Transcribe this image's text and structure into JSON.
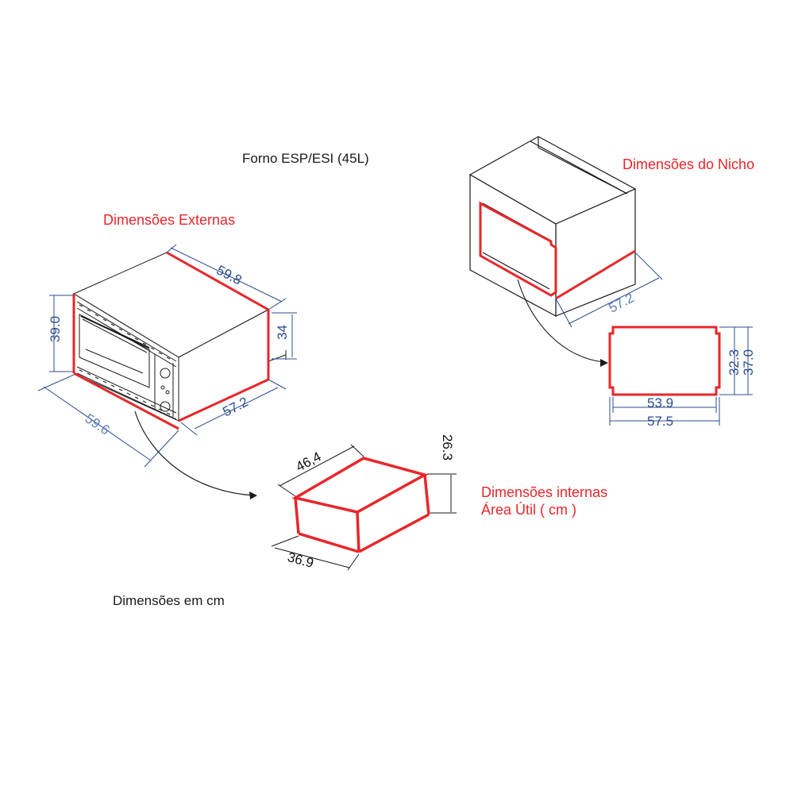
{
  "title": "Forno ESP/ESI (45L)",
  "units_note": "Dimensões em cm",
  "external": {
    "label": "Dimensões Externas",
    "width": "59.8",
    "height": "39.0",
    "height_inner": "34",
    "depth_front": "59.6",
    "depth_side": "57.2"
  },
  "niche": {
    "label": "Dimensões do Nicho",
    "depth": "57.2",
    "opening_width_min": "53.9",
    "opening_width_max": "57.5",
    "opening_height_min": "32.3",
    "opening_height_max": "37.0"
  },
  "internal": {
    "label_line1": "Dimensões internas",
    "label_line2": "Área Útil ( cm )",
    "width": "46,4",
    "depth": "36.9",
    "height": "26.3"
  },
  "colors": {
    "highlight": "#e8262a",
    "dimension": "#2b4d8f",
    "outline": "#1a1a1a"
  }
}
